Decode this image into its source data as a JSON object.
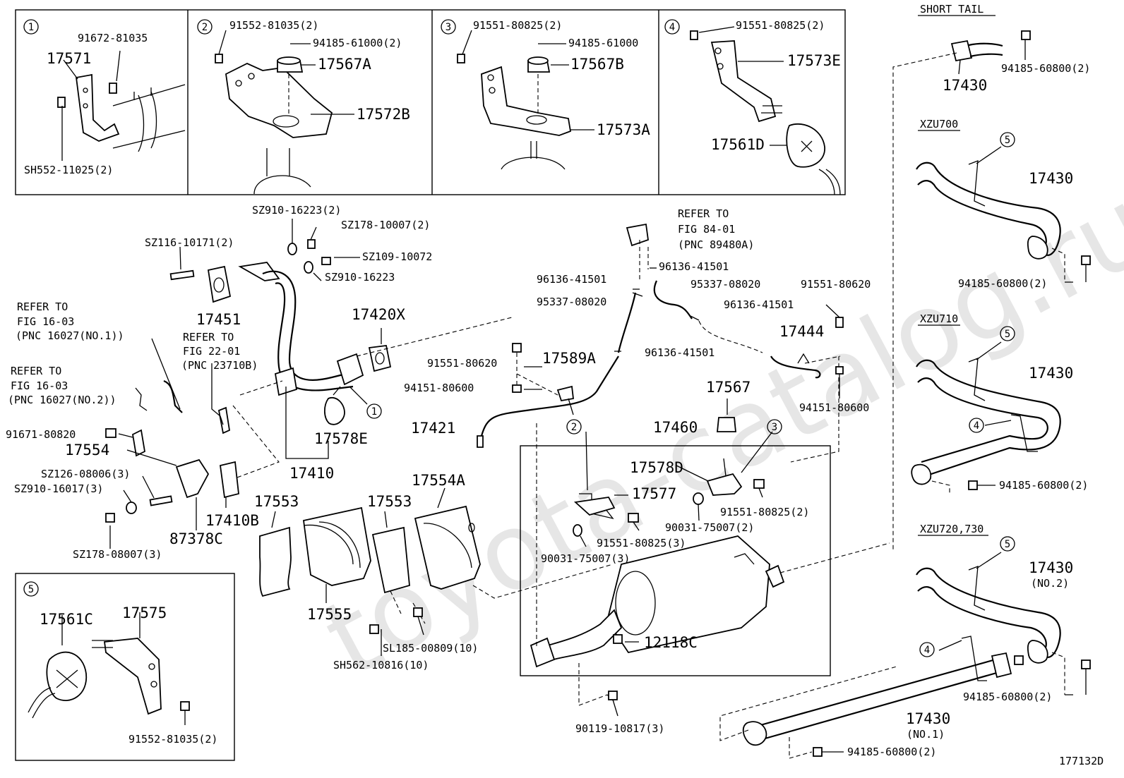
{
  "diagram_id": "177132D",
  "watermark": "toyota-catalog.ru",
  "variant_labels": {
    "short_tail": "SHORT TAIL",
    "xzu700": "XZU700",
    "xzu710": "XZU710",
    "xzu720_730": "XZU720,730"
  },
  "inset_numbers": [
    "1",
    "2",
    "3",
    "4",
    "5"
  ],
  "refer_notes": {
    "fig16_1_a": "REFER TO",
    "fig16_1_b": "FIG 16-03",
    "fig16_1_c": "(PNC 16027(NO.1))",
    "fig16_2_a": "REFER TO",
    "fig16_2_b": "FIG 16-03",
    "fig16_2_c": "(PNC 16027(NO.2))",
    "fig22_a": "REFER TO",
    "fig22_b": "FIG 22-01",
    "fig22_c": "(PNC 23710B)",
    "fig84_a": "REFER TO",
    "fig84_b": "FIG 84-01",
    "fig84_c": "(PNC 89480A)"
  },
  "labels": {
    "p1_91672": "91672-81035",
    "p1_17571": "17571",
    "p1_sh552": "SH552-11025(2)",
    "p2_91552": "91552-81035(2)",
    "p2_94185": "94185-61000(2)",
    "p2_17567a": "17567A",
    "p2_17572b": "17572B",
    "p3_91551": "91551-80825(2)",
    "p3_94185": "94185-61000",
    "p3_17567b": "17567B",
    "p3_17573a": "17573A",
    "p4_91551": "91551-80825(2)",
    "p4_17573e": "17573E",
    "p4_17561d": "17561D",
    "m_sz910_2": "SZ910-16223(2)",
    "m_sz178": "SZ178-10007(2)",
    "m_sz116": "SZ116-10171(2)",
    "m_sz109": "SZ109-10072",
    "m_sz910": "SZ910-16223",
    "m_17451": "17451",
    "m_17420x": "17420X",
    "m_91551_620a": "91551-80620",
    "m_17589a": "17589A",
    "m_94151_600a": "94151-80600",
    "m_91671": "91671-80820",
    "m_17554": "17554",
    "m_17578e": "17578E",
    "m_17410": "17410",
    "m_17421": "17421",
    "m_sz126": "SZ126-08006(3)",
    "m_sz910_3": "SZ910-16017(3)",
    "m_87378c": "87378C",
    "m_17410b": "17410B",
    "m_sz178_3": "SZ178-08007(3)",
    "m_17553a": "17553",
    "m_17553b": "17553",
    "m_17554a": "17554A",
    "m_17555": "17555",
    "m_sl185": "SL185-00809(10)",
    "m_sh562": "SH562-10816(10)",
    "s_96136_a": "96136-41501",
    "s_96136_b": "96136-41501",
    "s_95337_a": "95337-08020",
    "s_95337_b": "95337-08020",
    "s_96136_c": "96136-41501",
    "s_96136_d": "96136-41501",
    "s_91551_620": "91551-80620",
    "s_17444": "17444",
    "s_94151_600": "94151-80600",
    "s_17567": "17567",
    "s_17460": "17460",
    "s_17578d": "17578D",
    "s_17577": "17577",
    "s_90031_2": "90031-75007(2)",
    "s_91551_825_2": "91551-80825(2)",
    "s_91551_825_3": "91551-80825(3)",
    "s_90031_3": "90031-75007(3)",
    "s_12118c": "12118C",
    "s_90119": "90119-10817(3)",
    "p5_17561c": "17561C",
    "p5_17575": "17575",
    "p5_91552": "91552-81035(2)",
    "r_17430_st": "17430",
    "r_94185_st": "94185-60800(2)",
    "r_17430_700": "17430",
    "r_94185_700": "94185-60800(2)",
    "r_17430_710": "17430",
    "r_94185_710": "94185-60800(2)",
    "r_17430_720": "17430",
    "r_no2": "(NO.2)",
    "r_94185_720": "94185-60800(2)",
    "r_17430_no1": "17430",
    "r_no1": "(NO.1)",
    "r_94185_bot": "94185-60800(2)"
  }
}
